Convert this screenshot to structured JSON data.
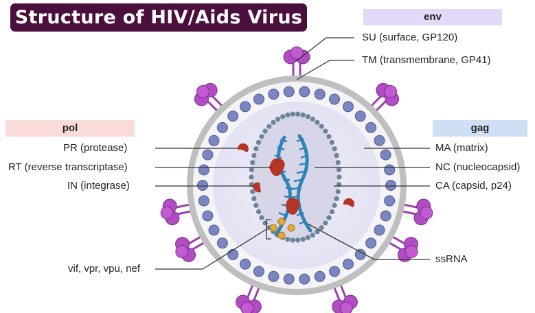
{
  "title": "Structure of HIV/Aids Virus",
  "groups": {
    "env": "env",
    "pol": "pol",
    "gag": "gag"
  },
  "labels": {
    "su": "SU (surface, GP120)",
    "tm": "TM (transmembrane, GP41)",
    "pr": "PR (protease)",
    "rt": "RT (reverse transcriptase)",
    "in": "IN (integrase)",
    "ma": "MA (matrix)",
    "nc": "NC (nucleocapsid)",
    "ca": "CA (capsid, p24)",
    "accessory": "vif, vpr, vpu, nef",
    "ssrna": "ssRNA"
  },
  "colors": {
    "title_bg": "#4a0f3d",
    "env_bg": "#e1d9f8",
    "pol_bg": "#fbdada",
    "gag_bg": "#cfe0f6",
    "envelope": "#bdbdbd",
    "matrix_bead": "#7b86c0",
    "capsid": "#6c8399",
    "rna": "#2f84b7",
    "enzyme": "#b53525",
    "spike": "#9d3fb0",
    "accessory": "#e0a93a"
  }
}
